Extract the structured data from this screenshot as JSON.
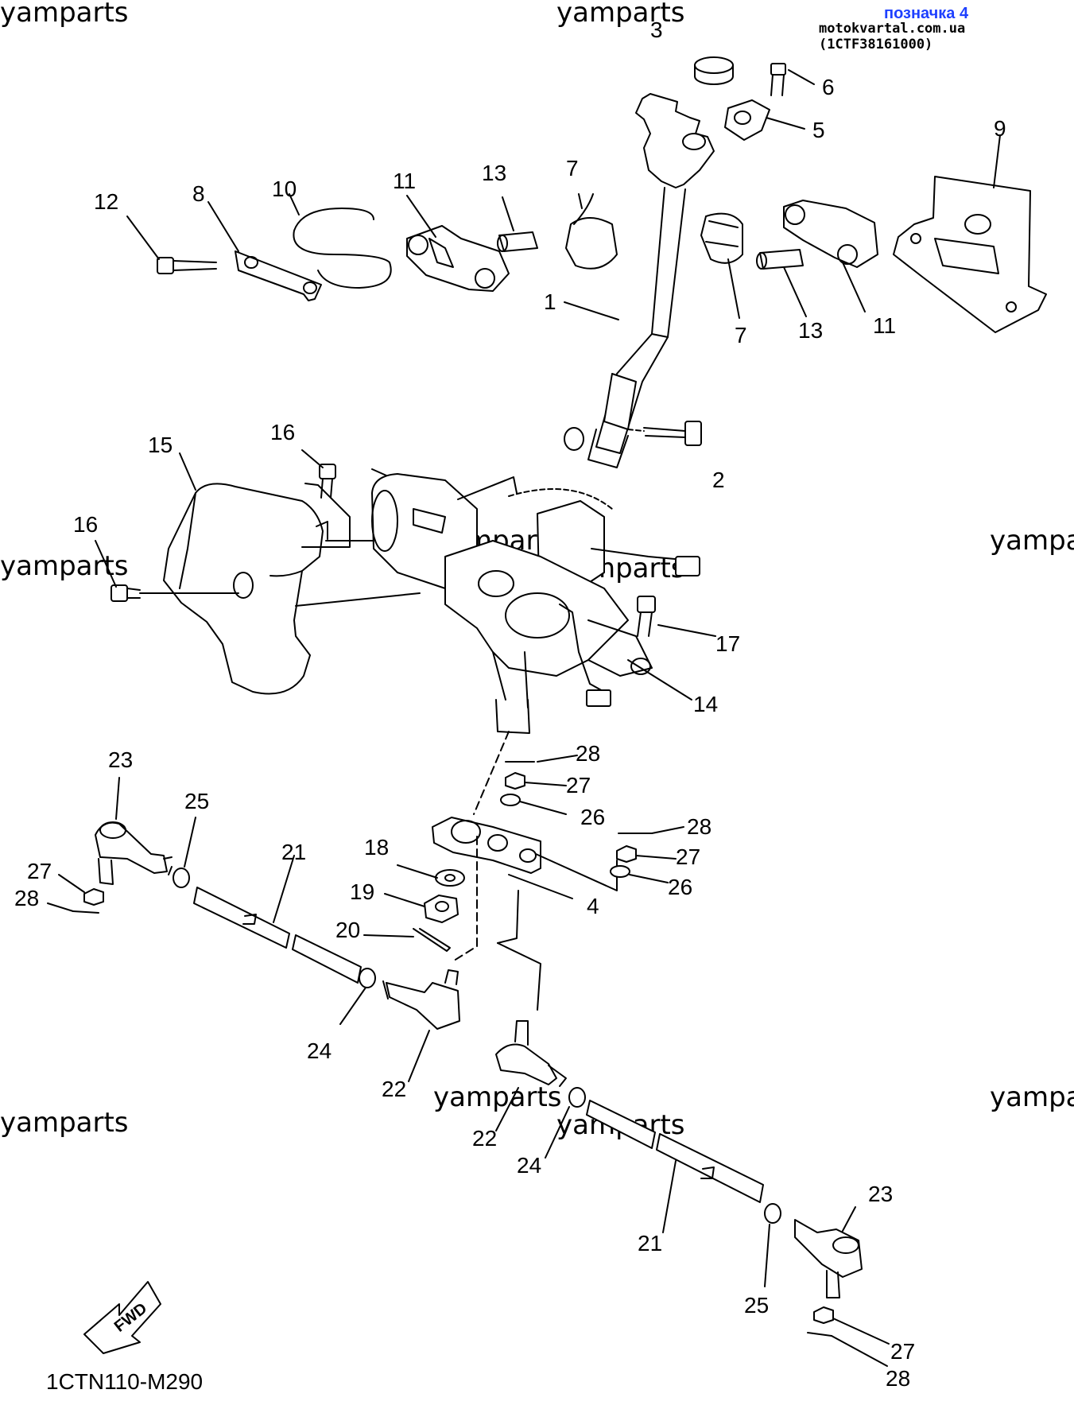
{
  "header": {
    "tag": "позначка 4",
    "source": "motokvartal.com.ua (1CTF38161000)"
  },
  "watermark": "yamparts",
  "diagram_code": "1CTN110-M290",
  "fwd_label": "FWD",
  "callouts": [
    "1",
    "2",
    "3",
    "4",
    "5",
    "6",
    "7",
    "8",
    "9",
    "10",
    "11",
    "12",
    "13",
    "14",
    "15",
    "16",
    "17",
    "18",
    "19",
    "20",
    "21",
    "22",
    "23",
    "24",
    "25",
    "26",
    "27",
    "28"
  ]
}
